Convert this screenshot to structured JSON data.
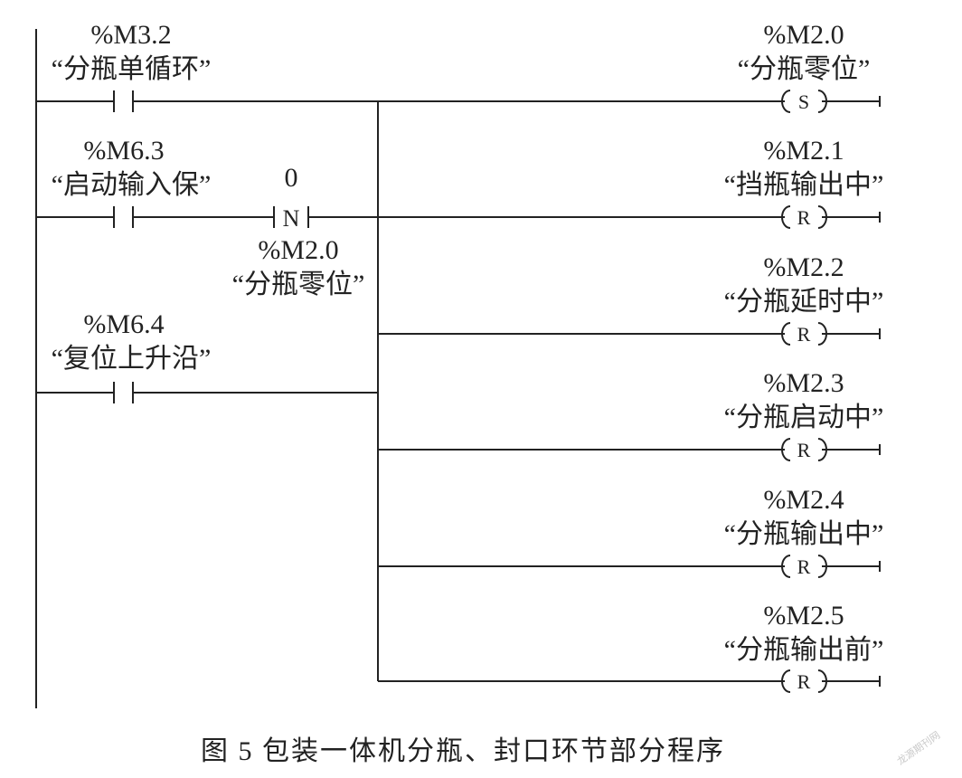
{
  "diagram": {
    "type": "ladder-logic",
    "contacts": [
      {
        "id": "c1",
        "address": "%M3.2",
        "tag": "“分瓶单循环”"
      },
      {
        "id": "c2",
        "address": "%M6.3",
        "tag": "“启动输入保”"
      },
      {
        "id": "c3",
        "address": "%M6.4",
        "tag": "“复位上升沿”"
      }
    ],
    "edge_detector": {
      "symbol": "N",
      "value": "0",
      "address": "%M2.0",
      "tag": "“分瓶零位”"
    },
    "coils": [
      {
        "address": "%M2.0",
        "tag": "“分瓶零位”",
        "type": "S"
      },
      {
        "address": "%M2.1",
        "tag": "“挡瓶输出中”",
        "type": "R"
      },
      {
        "address": "%M2.2",
        "tag": "“分瓶延时中”",
        "type": "R"
      },
      {
        "address": "%M2.3",
        "tag": "“分瓶启动中”",
        "type": "R"
      },
      {
        "address": "%M2.4",
        "tag": "“分瓶输出中”",
        "type": "R"
      },
      {
        "address": "%M2.5",
        "tag": "“分瓶输出前”",
        "type": "R"
      }
    ]
  },
  "caption": "图 5    包装一体机分瓶、封口环节部分程序",
  "watermark": "龙源期刊网"
}
